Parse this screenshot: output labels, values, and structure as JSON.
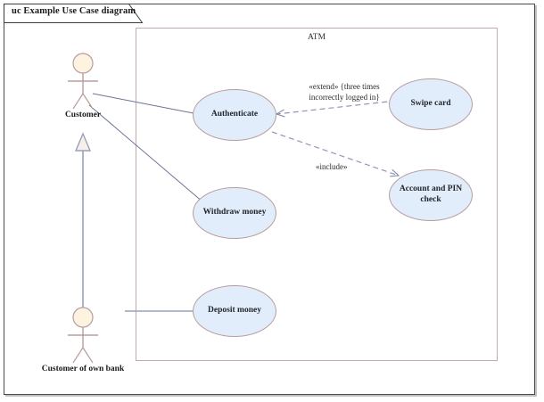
{
  "frame": {
    "tab_label": "uc Example Use Case diagram"
  },
  "system": {
    "label": "ATM",
    "border_color": "#c2aaaa"
  },
  "actors": [
    {
      "id": "customer",
      "label": "Customer",
      "head_fill": "#fdf3e0",
      "stroke": "#b89d9d"
    },
    {
      "id": "customer-own-bank",
      "label": "Customer of own bank",
      "head_fill": "#fdf3e0",
      "stroke": "#b89d9d"
    }
  ],
  "usecases": [
    {
      "id": "authenticate",
      "label": "Authenticate"
    },
    {
      "id": "withdraw-money",
      "label": "Withdraw money"
    },
    {
      "id": "deposit-money",
      "label": "Deposit money"
    },
    {
      "id": "swipe-card",
      "label": "Swipe card"
    },
    {
      "id": "account-and-pin-check",
      "label": "Account and PIN check"
    }
  ],
  "relationships": [
    {
      "id": "extend",
      "from": "swipe-card",
      "to": "authenticate",
      "kind": "extend",
      "label_line1": "«extend» {three times",
      "label_line2": "incorrectly logged in}"
    },
    {
      "id": "include",
      "from": "authenticate",
      "to": "account-and-pin-check",
      "kind": "include",
      "label_line1": "«include»"
    },
    {
      "id": "generalization",
      "from": "customer-own-bank",
      "to": "customer",
      "kind": "generalization"
    },
    {
      "id": "assoc-customer-authenticate",
      "from": "customer",
      "to": "authenticate",
      "kind": "association"
    },
    {
      "id": "assoc-customer-withdraw",
      "from": "customer",
      "to": "withdraw-money",
      "kind": "association"
    },
    {
      "id": "assoc-ownbank-deposit",
      "from": "customer-own-bank",
      "to": "deposit-money",
      "kind": "association"
    }
  ],
  "colors": {
    "usecase_fill": "#e1edfa",
    "usecase_stroke": "#b89d9d",
    "connector": "#7b82a8",
    "outer_frame": "#4a4a4a"
  }
}
